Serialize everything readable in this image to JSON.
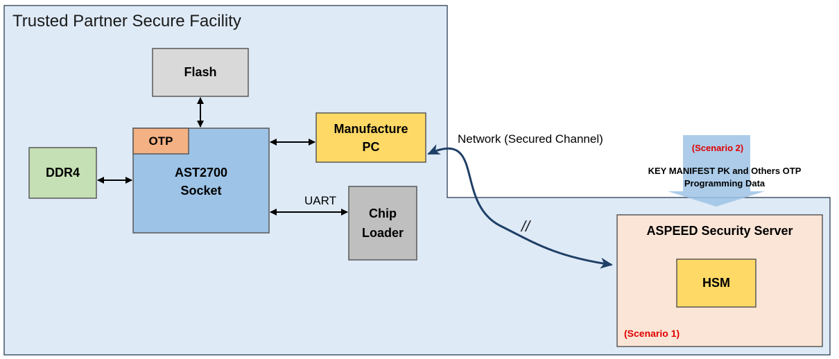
{
  "facility": {
    "title": "Trusted Partner Secure Facility"
  },
  "blocks": {
    "flash": "Flash",
    "otp": "OTP",
    "soc_line1": "AST2700",
    "soc_line2": "Socket",
    "ddr4": "DDR4",
    "pc_line1": "Manufacture",
    "pc_line2": "PC",
    "chip_line1": "Chip",
    "chip_line2": "Loader",
    "server_title": "ASPEED Security Server",
    "hsm": "HSM",
    "scenario1": "(Scenario 1)"
  },
  "connections": {
    "uart": "UART",
    "network": "Network (Secured Channel)",
    "break_mark": "//"
  },
  "scenario2": {
    "label": "(Scenario 2)",
    "line1": "KEY MANIFEST PK and Others OTP",
    "line2": "Programming Data"
  },
  "colors": {
    "facility_bg": "#deeaf6",
    "facility_border": "#44546a",
    "flash_fill": "#d9d9d9",
    "soc_fill": "#9dc3e6",
    "otp_fill": "#f4b183",
    "ddr_fill": "#c5e0b4",
    "pc_fill": "#ffd966",
    "chip_fill": "#bfbfbf",
    "server_fill": "#fbe5d6",
    "hsm_fill": "#ffd966",
    "scenario_red": "#e00000",
    "network_arrow": "#1f3f66",
    "scenario2_arrow": "#9dc3e6"
  }
}
